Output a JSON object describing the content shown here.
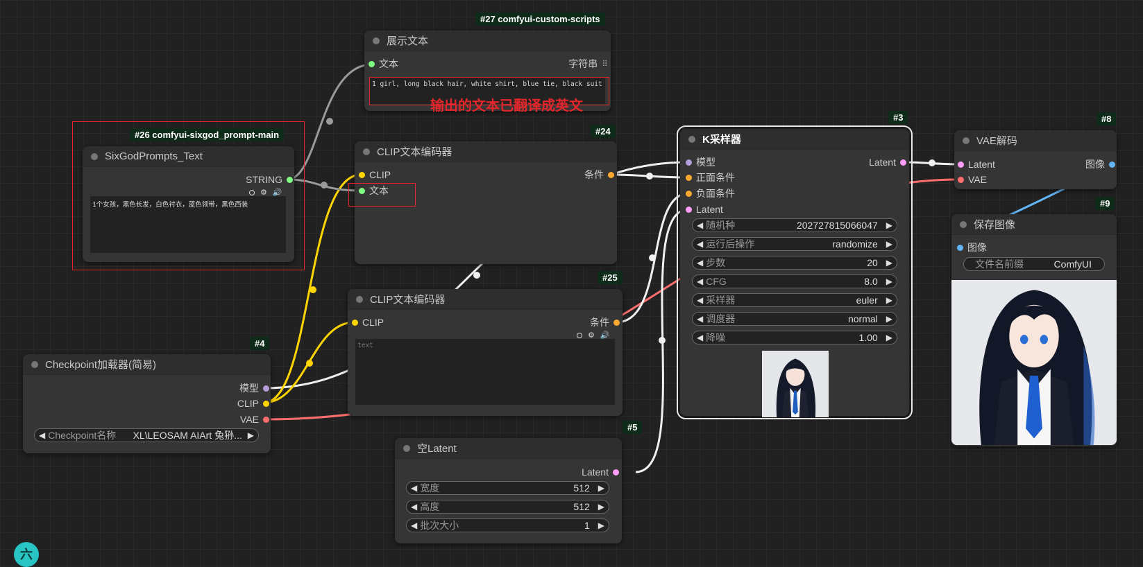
{
  "annotation": "输出的文本已翻译成英文",
  "colors": {
    "model": "#b39ddb",
    "clip": "#ffd500",
    "vae": "#ff6e6e",
    "conditioning": "#ffa931",
    "latent": "#ff9cf9",
    "string": "#7fff7f",
    "image": "#64b5f6",
    "badge_bg": "#0f2b1a"
  },
  "nodes": {
    "n27": {
      "badge": "#27 comfyui-custom-scripts",
      "title": "展示文本",
      "input_text": "文本",
      "output_label": "字符串",
      "text": "1 girl, long black hair, white shirt, blue tie, black suit"
    },
    "n26": {
      "badge": "#26 comfyui-sixgod_prompt-main",
      "title": "SixGodPrompts_Text",
      "output": "STRING",
      "text": "1个女孩，黑色长发，白色衬衣，蓝色领带，黑色西装"
    },
    "n24": {
      "badge": "#24",
      "title": "CLIP文本编码器",
      "in_clip": "CLIP",
      "in_text": "文本",
      "out": "条件"
    },
    "n25": {
      "badge": "#25",
      "title": "CLIP文本编码器",
      "in_clip": "CLIP",
      "out": "条件",
      "placeholder": "text"
    },
    "n4": {
      "badge": "#4",
      "title": "Checkpoint加载器(简易)",
      "out_model": "模型",
      "out_clip": "CLIP",
      "out_vae": "VAE",
      "widget_label": "Checkpoint名称",
      "widget_value": "XL\\LEOSAM AIArt 兔狲..."
    },
    "n3": {
      "badge": "#3",
      "title": "K采样器",
      "in_model": "模型",
      "in_pos": "正面条件",
      "in_neg": "负面条件",
      "in_latent": "Latent",
      "out_latent": "Latent",
      "widgets": [
        {
          "label": "随机种",
          "value": "202727815066047"
        },
        {
          "label": "运行后操作",
          "value": "randomize"
        },
        {
          "label": "步数",
          "value": "20"
        },
        {
          "label": "CFG",
          "value": "8.0"
        },
        {
          "label": "采样器",
          "value": "euler"
        },
        {
          "label": "调度器",
          "value": "normal"
        },
        {
          "label": "降噪",
          "value": "1.00"
        }
      ]
    },
    "n8": {
      "badge": "#8",
      "title": "VAE解码",
      "in_latent": "Latent",
      "in_vae": "VAE",
      "out_image": "图像"
    },
    "n9": {
      "badge": "#9",
      "title": "保存图像",
      "in_image": "图像",
      "widget_label": "文件名前缀",
      "widget_value": "ComfyUI"
    },
    "n5": {
      "badge": "#5",
      "title": "空Latent",
      "out_latent": "Latent",
      "widgets": [
        {
          "label": "宽度",
          "value": "512"
        },
        {
          "label": "高度",
          "value": "512"
        },
        {
          "label": "批次大小",
          "value": "1"
        }
      ]
    }
  },
  "fab_label": "六"
}
